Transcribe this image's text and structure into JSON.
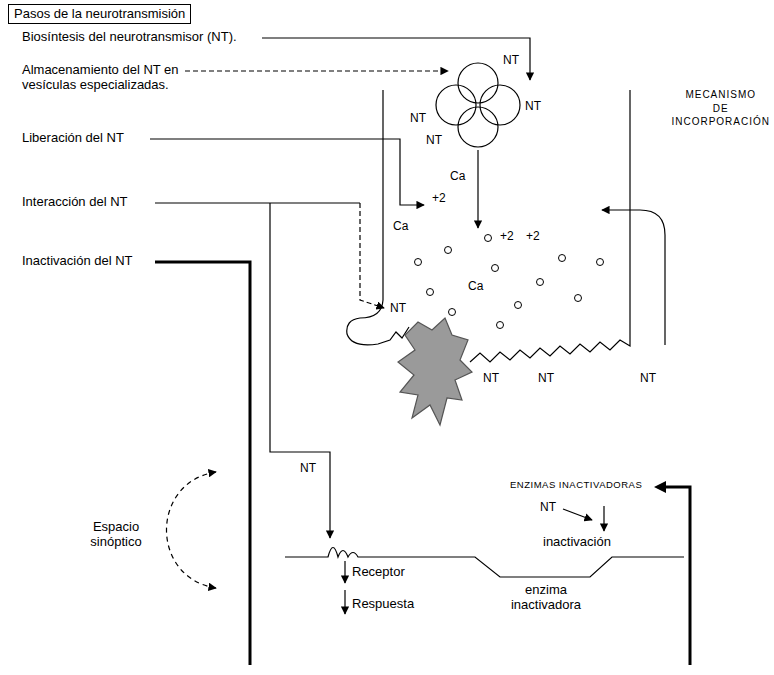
{
  "diagram": {
    "title": "Pasos de la neurotransmisión",
    "labels": [
      "Biosíntesis del neurotransmisor (NT).",
      "Almacenamiento del NT en vesículas especializadas.",
      "Liberación del NT",
      "Interacción del NT",
      "Inactivación del NT",
      "MECANISMO DE INCORPORACIÓN",
      "NT",
      "NT",
      "NT",
      "NT",
      "Ca",
      "+2",
      "Ca",
      "+2",
      "+2",
      "Ca",
      "NT",
      "NT",
      "NT",
      "NT",
      "Espacio sinóptico",
      "NT",
      "ENZIMAS INACTIVADORAS",
      "NT",
      "inactivación",
      "Receptor",
      "enzima inactivadora",
      "Respuesta"
    ]
  }
}
